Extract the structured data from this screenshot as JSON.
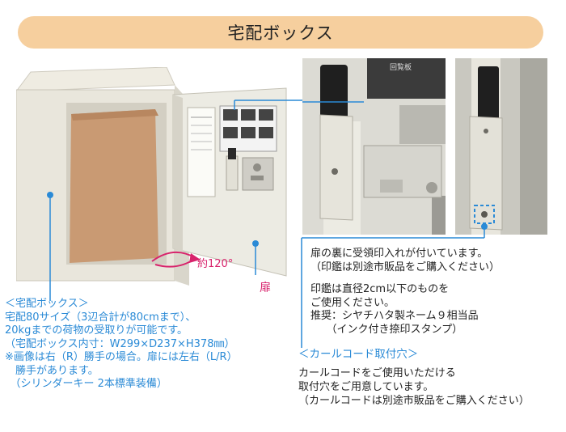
{
  "header": {
    "title": "宅配ボックス"
  },
  "labels": {
    "angle": "約120°",
    "door": "扉"
  },
  "box_description": {
    "title": "＜宅配ボックス＞",
    "lines": [
      "宅配80サイズ（3辺合計が80cmまで）、",
      "20kgまでの荷物の受取りが可能です。",
      "（宅配ボックス内寸：W299×D237×H378㎜）",
      "※画像は右（R）勝手の場合。扉には左右（L/R）",
      "　勝手があります。",
      "　（シリンダーキー 2本標準装備）"
    ]
  },
  "stamp_info": {
    "lines": [
      "扉の裏に受領印入れが付いています。",
      "（印鑑は別途市販品をご購入ください）",
      "印鑑は直径2cm以下のものを",
      "ご使用ください。",
      "推奨：シヤチハタ製ネーム９相当品",
      "　　（インク付き捺印スタンプ）"
    ]
  },
  "cord_info": {
    "title": "＜カールコード取付穴＞",
    "lines": [
      "カールコードをご使用いただける",
      "取付穴をご用意しています。",
      "（カールコードは別途市販品をご購入ください）"
    ]
  },
  "photo_panel_text": "回覧板",
  "colors": {
    "banner": "#f6cf9e",
    "accent_blue": "#2a8ad6",
    "accent_pink": "#d8236c"
  }
}
